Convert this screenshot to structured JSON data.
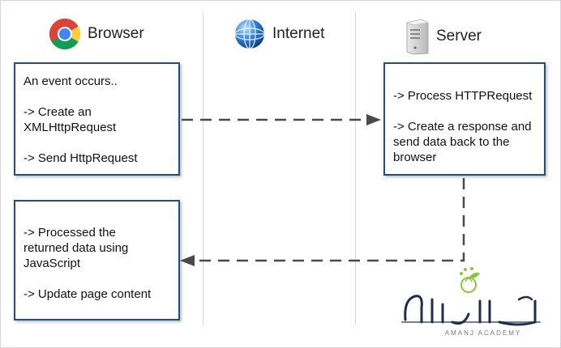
{
  "lanes": {
    "browser": {
      "title": "Browser",
      "icon": "chrome-icon"
    },
    "internet": {
      "title": "Internet",
      "icon": "globe-icon"
    },
    "server": {
      "title": "Server",
      "icon": "server-icon"
    }
  },
  "boxes": {
    "browser_request": [
      "An event occurs..",
      "-> Create an\nXMLHttpRequest",
      "-> Send HttpRequest"
    ],
    "server_process": [
      "-> Process HTTPRequest",
      "-> Create a response and\nsend data back to the\nbrowser"
    ],
    "browser_update": [
      "-> Processed the\nreturned data using\nJavaScript",
      "-> Update page content"
    ]
  },
  "watermark": {
    "text": "AMANJ ACADEMY",
    "logo": "amanj-academy-logo"
  },
  "colors": {
    "box_border": "#1e4e8c",
    "arrow": "#4a4a4a",
    "lane": "#d8d8d8"
  }
}
